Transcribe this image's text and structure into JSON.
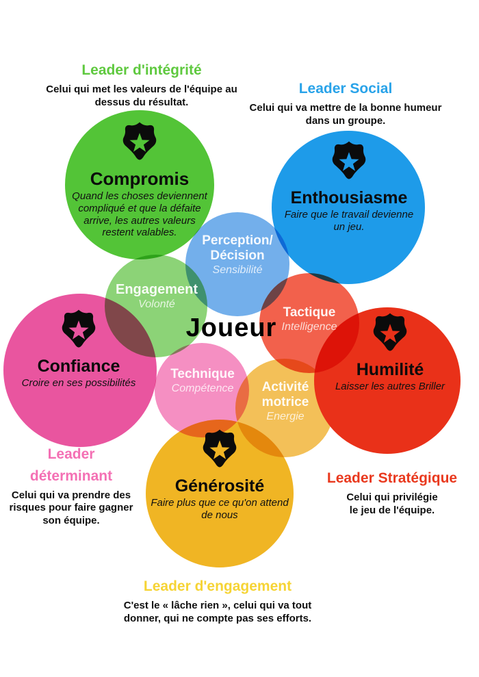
{
  "center_label": "Joueur",
  "palette": {
    "compromis": "#53C437",
    "enthousiasme": "#1E9BE9",
    "confiance": "#E9559F",
    "generosite": "#F0B524",
    "activite": "#F3C058",
    "humilite": "#E93119",
    "technique": "#F58FC2",
    "engagement": "#8CD377",
    "perception": "#73AFEB",
    "tactique": "#F2614C"
  },
  "values": {
    "compromis": {
      "title": "Compromis",
      "desc": "Quand les choses deviennent\ncompliqué et que la défaite\narrive, les autres valeurs\nrestent valables."
    },
    "enthousiasme": {
      "title": "Enthousiasme",
      "desc": "Faire que le travail devienne\nun jeu."
    },
    "confiance": {
      "title": "Confiance",
      "desc": "Croire en ses possibilités"
    },
    "humilite": {
      "title": "Humilité",
      "desc": "Laisser les autres Briller"
    },
    "generosite": {
      "title": "Générosité",
      "desc": "Faire plus que ce qu'on attend\nde nous"
    }
  },
  "skills": {
    "perception": {
      "title": "Perception/\nDécision",
      "subtitle": "Sensibilité"
    },
    "engagement": {
      "title": "Engagement",
      "subtitle": "Volonté"
    },
    "tactique": {
      "title": "Tactique",
      "subtitle": "Intelligence"
    },
    "technique": {
      "title": "Technique",
      "subtitle": "Compétence"
    },
    "activite": {
      "title": "Activité\nmotrice",
      "subtitle": "Energie"
    }
  },
  "leaders": {
    "integrite": {
      "heading": "Leader d'intégrité",
      "desc": "Celui qui met les valeurs de l'équipe au\ndessus du résultat.",
      "color": "#5FC93F"
    },
    "social": {
      "heading": "Leader Social",
      "desc": "Celui qui va mettre de la bonne humeur\ndans un groupe.",
      "color": "#29A3E9"
    },
    "determinant": {
      "heading": "Leader\ndéterminant",
      "desc": "Celui qui va prendre des\nrisques pour faire gagner\nson équipe.",
      "color": "#F470B4"
    },
    "strategique": {
      "heading": "Leader Stratégique",
      "desc": "Celui qui privilégie\nle jeu de l'équipe.",
      "color": "#E9391E"
    },
    "engagement_leader": {
      "heading": "Leader d'engagement",
      "desc": "C'est le « lâche rien », celui qui va tout\ndonner, qui ne compte pas ses efforts.",
      "color": "#F6D435"
    }
  }
}
